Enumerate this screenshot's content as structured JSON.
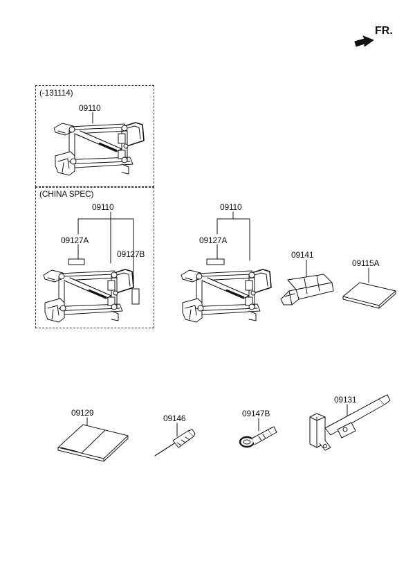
{
  "direction": "FR.",
  "boxes": {
    "variant_top": "(-131114)",
    "variant_bottom": "(CHINA SPEC)"
  },
  "parts": {
    "jack_a": "09110",
    "jack_b": "09110",
    "jack_c": "09110",
    "label_a_china": "09127A",
    "label_b_china": "09127B",
    "label_a": "09127A",
    "holder": "09141",
    "pad": "09115A",
    "pouch": "09129",
    "screwdriver": "09146",
    "tow_hook": "09147B",
    "handle": "09131"
  }
}
